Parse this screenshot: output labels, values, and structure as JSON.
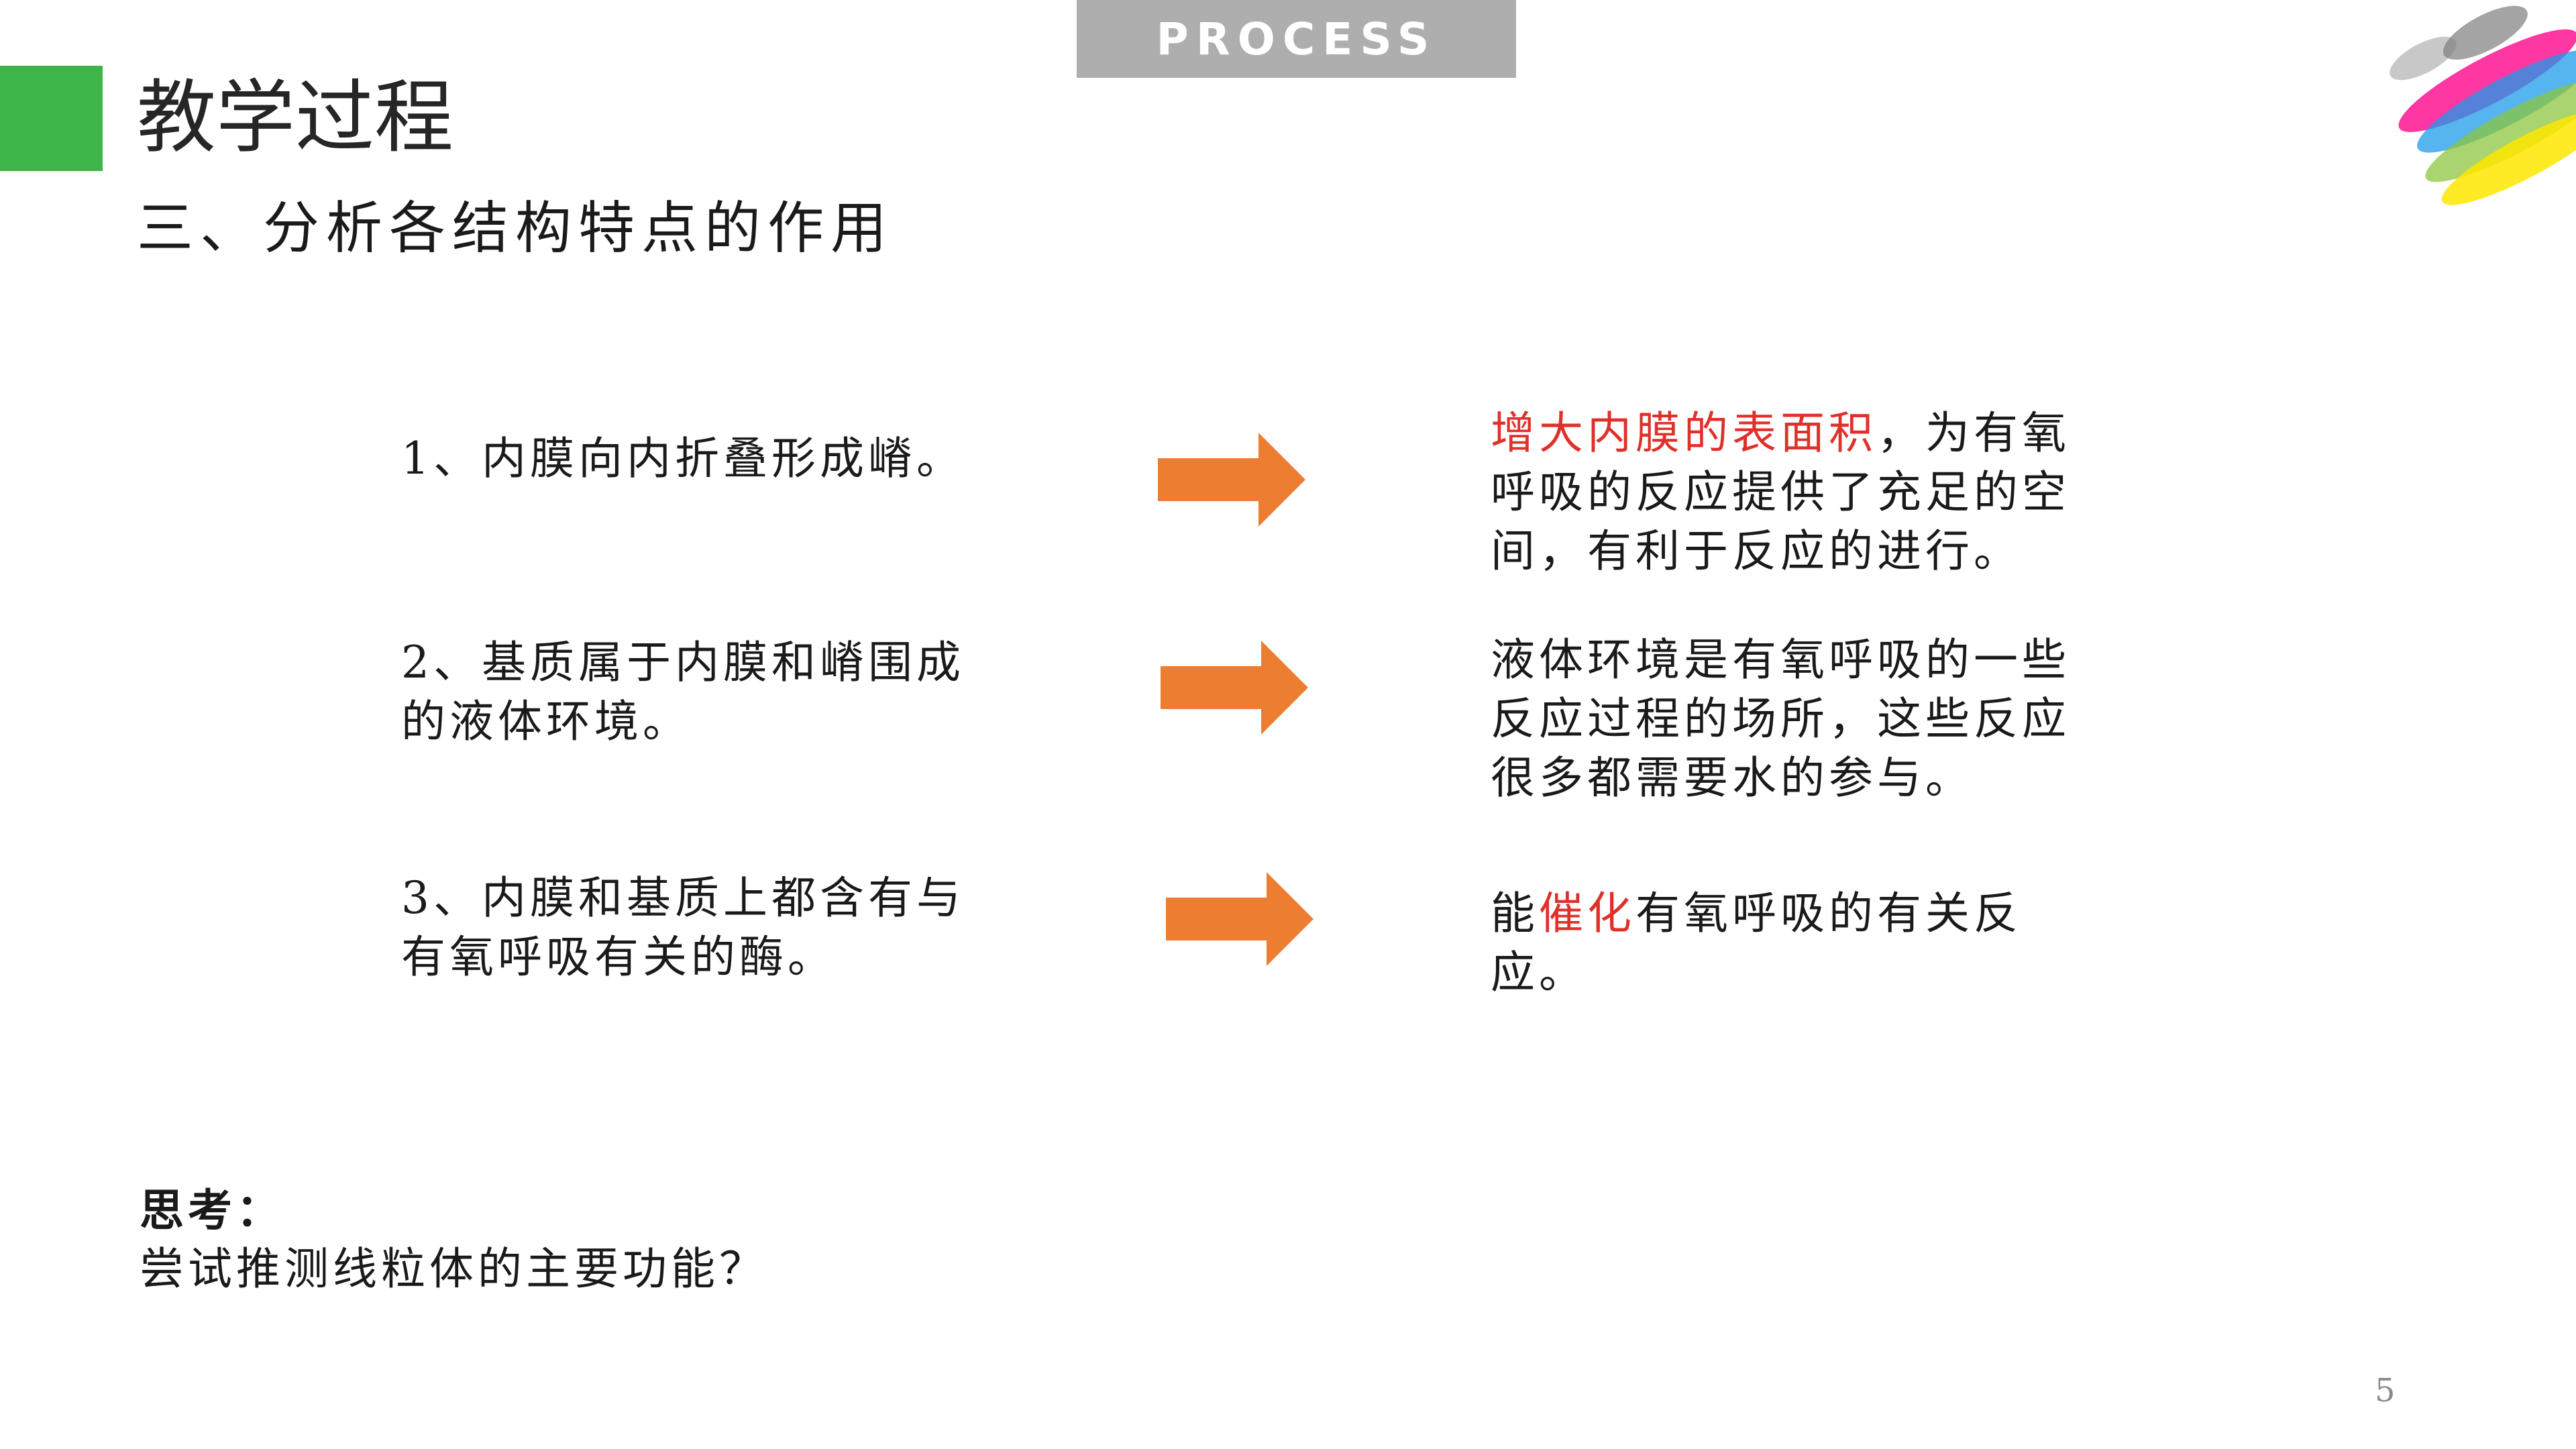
{
  "header": {
    "tab_label": "PROCESS",
    "section_title": "教学过程",
    "subtitle": "三、分析各结构特点的作用"
  },
  "items": [
    {
      "left": [
        "1、内膜向内折叠形成嵴。"
      ],
      "right_highlight": "增大内膜的表面积",
      "right_rest_line1": "，为有氧",
      "right_lines": [
        "呼吸的反应提供了充足的空",
        "间，有利于反应的进行。"
      ]
    },
    {
      "left": [
        "2、基质属于内膜和嵴围成",
        "的液体环境。"
      ],
      "right_lines": [
        "液体环境是有氧呼吸的一些",
        "反应过程的场所，这些反应",
        "很多都需要水的参与。"
      ]
    },
    {
      "left": [
        "3、内膜和基质上都含有与",
        "有氧呼吸有关的酶。"
      ],
      "right_prefix": "能",
      "right_highlight": "催化",
      "right_rest_line1": "有氧呼吸的有关反",
      "right_lines": [
        "应。"
      ]
    }
  ],
  "think": {
    "label": "思考：",
    "question": "尝试推测线粒体的主要功能？"
  },
  "page_number": "5",
  "colors": {
    "green_accent": "#3db549",
    "tab_gray": "#aeaeae",
    "arrow_orange": "#ed7d31",
    "highlight_red": "#e0302a"
  },
  "icons": [
    "brand-logo-icon",
    "right-arrow-icon"
  ]
}
